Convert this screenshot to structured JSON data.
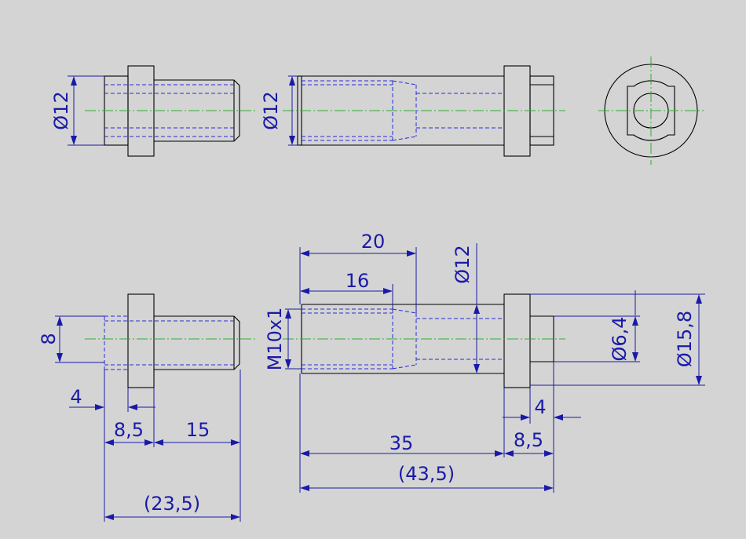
{
  "dimensions": {
    "dia12_view1": "Ø12",
    "dia12_view2": "Ø12",
    "dia12_bottom": "Ø12",
    "len20": "20",
    "len16": "16",
    "thread": "M10x1",
    "dia6_4": "Ø6,4",
    "dia15_8": "Ø15,8",
    "len8": "8",
    "len4_left": "4",
    "len8_5_left": "8,5",
    "len15": "15",
    "len23_5": "(23,5)",
    "len4_right": "4",
    "len8_5_right": "8,5",
    "len35": "35",
    "len43_5": "(43,5)"
  },
  "colors": {
    "background": "#d4d4d4",
    "object_line": "#000000",
    "hidden_line": "#2a2ad8",
    "center_line": "#2fae2f",
    "dimension": "#1a1aa8"
  }
}
